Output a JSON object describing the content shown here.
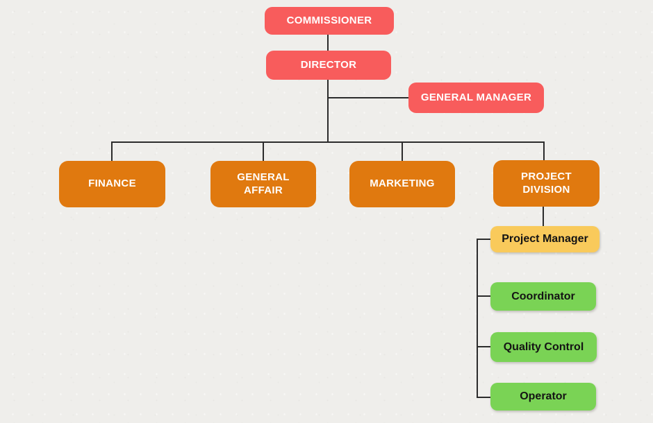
{
  "colors": {
    "coral": "#F85C5C",
    "orange": "#E0790F",
    "yellow": "#F9CA5B",
    "green": "#7AD355",
    "line": "#2b2b2b",
    "background": "#EFEEEB",
    "text_light": "#FFFFFF",
    "text_dark": "#141414"
  },
  "org_chart": {
    "nodes": {
      "commissioner": {
        "label": "COMMISSIONER"
      },
      "director": {
        "label": "DIRECTOR"
      },
      "general_manager": {
        "label": "GENERAL MANAGER"
      },
      "finance": {
        "label": "FINANCE"
      },
      "general_affair": {
        "label": "GENERAL\nAFFAIR"
      },
      "marketing": {
        "label": "MARKETING"
      },
      "project_division": {
        "label": "PROJECT\nDIVISION"
      },
      "project_manager": {
        "label": "Project Manager"
      },
      "coordinator": {
        "label": "Coordinator"
      },
      "quality_control": {
        "label": "Quality Control"
      },
      "operator": {
        "label": "Operator"
      }
    },
    "hierarchy": {
      "root": "COMMISSIONER",
      "edges": [
        [
          "COMMISSIONER",
          "DIRECTOR"
        ],
        [
          "DIRECTOR",
          "GENERAL MANAGER"
        ],
        [
          "DIRECTOR",
          "FINANCE"
        ],
        [
          "DIRECTOR",
          "GENERAL AFFAIR"
        ],
        [
          "DIRECTOR",
          "MARKETING"
        ],
        [
          "DIRECTOR",
          "PROJECT DIVISION"
        ],
        [
          "PROJECT DIVISION",
          "Project Manager"
        ],
        [
          "Project Manager",
          "Coordinator"
        ],
        [
          "Project Manager",
          "Quality Control"
        ],
        [
          "Project Manager",
          "Operator"
        ]
      ]
    }
  }
}
